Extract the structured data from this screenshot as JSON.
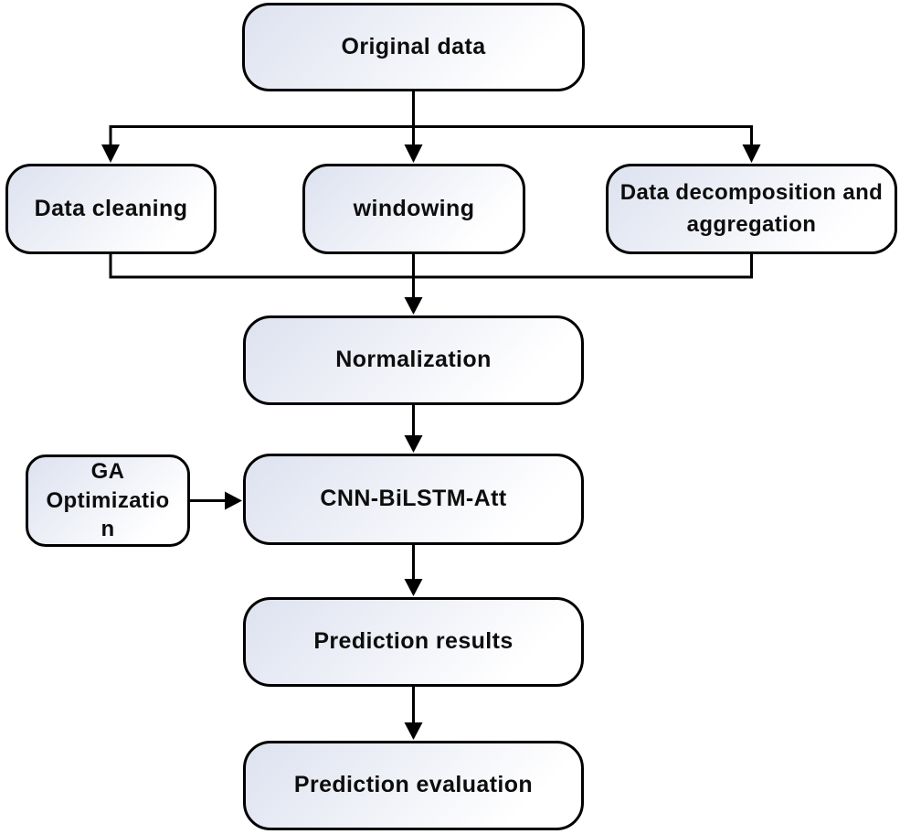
{
  "nodes": {
    "original_data": {
      "label": "Original data"
    },
    "data_cleaning": {
      "label": "Data cleaning"
    },
    "windowing": {
      "label": "windowing"
    },
    "decomposition": {
      "line1": "Data decomposition and",
      "line2": "aggregation"
    },
    "normalization": {
      "label": "Normalization"
    },
    "ga_optimization": {
      "line1": "GA",
      "line2": "Optimizatio",
      "line3": "n"
    },
    "cnn_bilstm_att": {
      "label": "CNN-BiLSTM-Att"
    },
    "prediction_results": {
      "label": "Prediction results"
    },
    "prediction_evaluation": {
      "label": "Prediction evaluation"
    }
  },
  "colors": {
    "box_border": "#000000",
    "box_fill_top": "#dde2f0",
    "box_fill_bottom": "#ffffff",
    "text": "#0d0d0d",
    "connector": "#000000",
    "background": "#ffffff"
  }
}
